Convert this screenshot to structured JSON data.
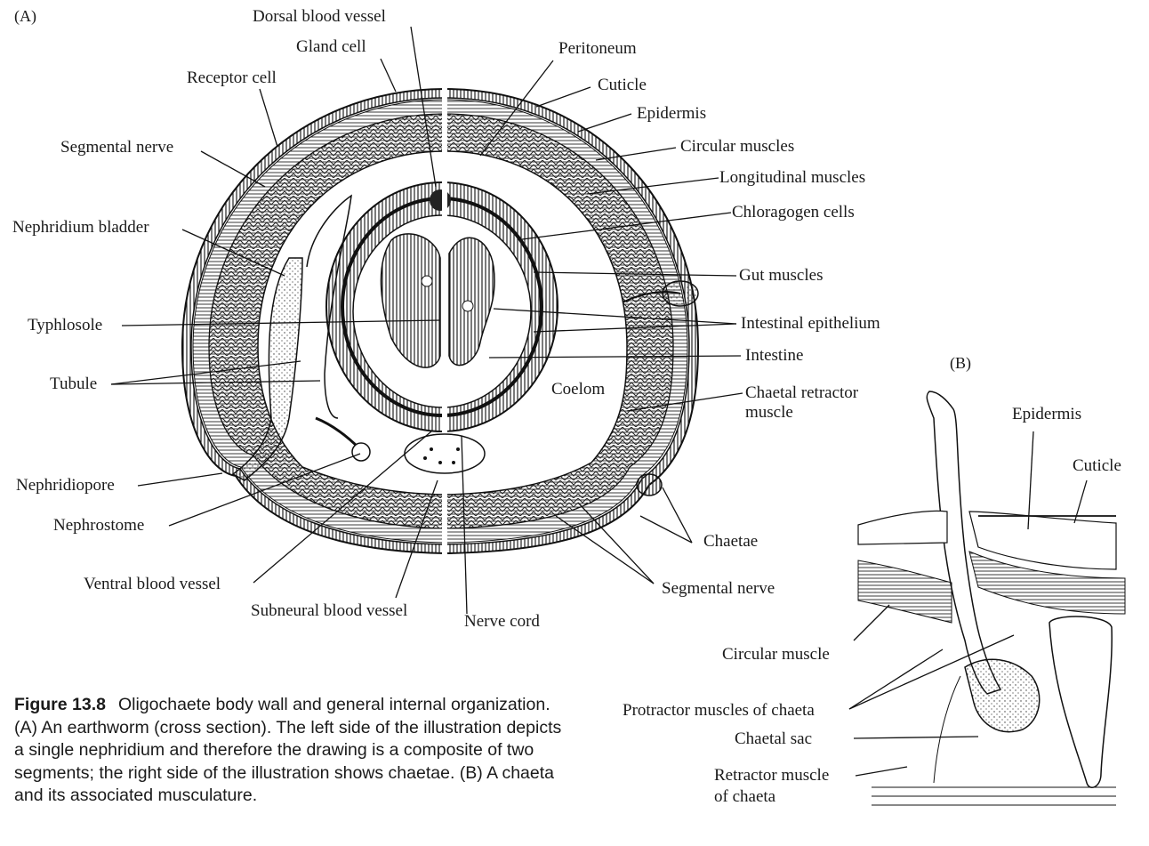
{
  "panels": {
    "a": "(A)",
    "b": "(B)"
  },
  "labels_a": {
    "dorsal_blood_vessel": "Dorsal blood vessel",
    "gland_cell": "Gland cell",
    "receptor_cell": "Receptor cell",
    "segmental_nerve_top": "Segmental nerve",
    "nephridium_bladder": "Nephridium bladder",
    "typhlosole": "Typhlosole",
    "tubule": "Tubule",
    "nephridiopore": "Nephridiopore",
    "nephrostome": "Nephrostome",
    "ventral_blood_vessel": "Ventral blood vessel",
    "subneural_blood_vessel": "Subneural blood vessel",
    "nerve_cord": "Nerve cord",
    "peritoneum": "Peritoneum",
    "cuticle": "Cuticle",
    "epidermis": "Epidermis",
    "circular_muscles": "Circular muscles",
    "longitudinal_muscles": "Longitudinal muscles",
    "chloragogen_cells": "Chloragogen cells",
    "gut_muscles": "Gut muscles",
    "intestinal_epithelium": "Intestinal epithelium",
    "intestine": "Intestine",
    "coelom": "Coelom",
    "chaetal_retractor_muscle_1": "Chaetal retractor",
    "chaetal_retractor_muscle_2": "muscle",
    "chaetae": "Chaetae",
    "segmental_nerve_bottom": "Segmental nerve"
  },
  "labels_b": {
    "epidermis": "Epidermis",
    "cuticle": "Cuticle",
    "circular_muscle": "Circular muscle",
    "protractor_muscles": "Protractor muscles of chaeta",
    "chaetal_sac": "Chaetal sac",
    "retractor_muscle_1": "Retractor muscle",
    "retractor_muscle_2": "of chaeta"
  },
  "caption": {
    "figure_number": "Figure 13.8",
    "text": "Oligochaete body wall and general internal organization. (A) An earthworm (cross section). The left side of the illustration depicts a single nephridium and therefore the drawing is a composite of two segments; the right side of the illustration shows chaetae. (B) A chaeta and its associated musculature."
  }
}
